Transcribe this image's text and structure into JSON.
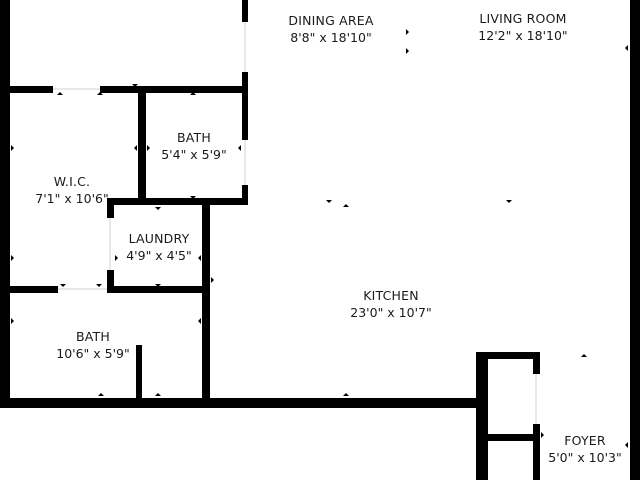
{
  "floorplan": {
    "wall_color": "#000000",
    "background_color": "#ffffff",
    "rooms": {
      "dining_area": {
        "name": "DINING AREA",
        "dims": "8'8\" x 18'10\""
      },
      "living_room": {
        "name": "LIVING ROOM",
        "dims": "12'2\" x 18'10\""
      },
      "bath_upper": {
        "name": "BATH",
        "dims": "5'4\" x 5'9\""
      },
      "wic": {
        "name": "W.I.C.",
        "dims": "7'1\" x 10'6\""
      },
      "laundry": {
        "name": "LAUNDRY",
        "dims": "4'9\" x 4'5\""
      },
      "kitchen": {
        "name": "KITCHEN",
        "dims": "23'0\" x 10'7\""
      },
      "bath_lower": {
        "name": "BATH",
        "dims": "10'6\" x 5'9\""
      },
      "foyer": {
        "name": "FOYER",
        "dims": "5'0\" x 10'3\""
      }
    }
  }
}
